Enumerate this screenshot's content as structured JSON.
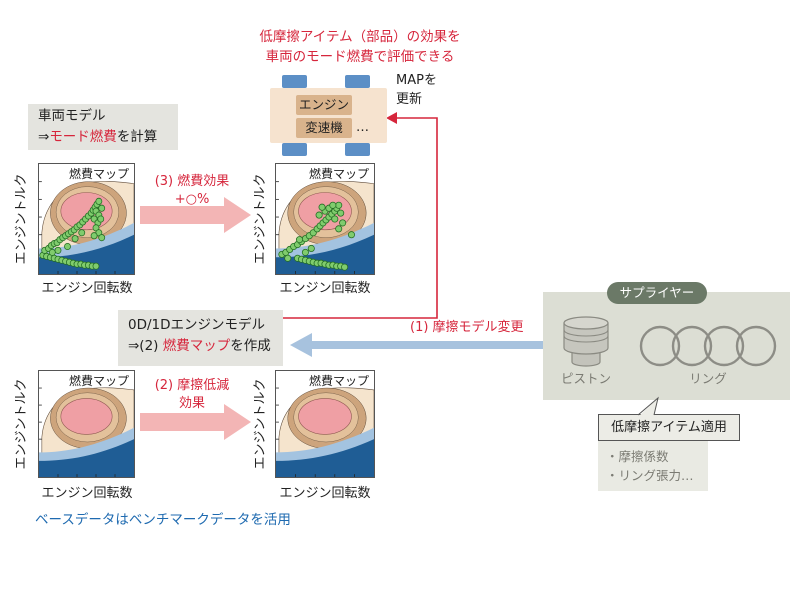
{
  "header": {
    "line1": "低摩擦アイテム（部品）の効果を",
    "line2": "車両のモード燃費で評価できる"
  },
  "vehicle": {
    "engine_label": "エンジン",
    "transmission_label": "変速機",
    "ellipsis": "…"
  },
  "map_update": {
    "line1": "MAPを",
    "line2": "更新"
  },
  "vehicle_model": {
    "title": "車両モデル",
    "arrow": "⇒",
    "highlight": "モード燃費",
    "suffix": "を計算"
  },
  "fuel_map": {
    "title": "燃費マップ",
    "y_axis": "エンジントルク",
    "x_axis": "エンジン回転数"
  },
  "step3": {
    "line1": "(3) 燃費効果",
    "line2": "+○%"
  },
  "step2": {
    "line1": "(2) 摩擦低減",
    "line2": "効果"
  },
  "engine_model": {
    "title": "0D/1Dエンジンモデル",
    "prefix": "⇒(2) ",
    "highlight": "燃費マップ",
    "suffix": "を作成"
  },
  "step1": "(1) 摩擦モデル変更",
  "supplier": {
    "title": "サプライヤー",
    "piston_label": "ピストン",
    "ring_label": "リング",
    "icons": [
      "piston-icon",
      "rings-icon"
    ]
  },
  "callout": {
    "title": "低摩擦アイテム適用",
    "items": [
      "・摩擦係数",
      "・リング張力…"
    ]
  },
  "footer": "ベースデータはベンチマークデータを活用",
  "colors": {
    "accent_red": "#d6263c",
    "footer_blue": "#1e6ab0",
    "effect_arrow_pink": "#f3b5b5",
    "input_arrow_blue": "#a7c2de",
    "panel_gray": "#e4e4df",
    "supplier_bg": "#dcded4",
    "supplier_pill": "#6b7967",
    "wheel_blue": "#5c8fc6",
    "vehicle_body": "#f6e3cf",
    "vehicle_part": "#d9b38c"
  }
}
